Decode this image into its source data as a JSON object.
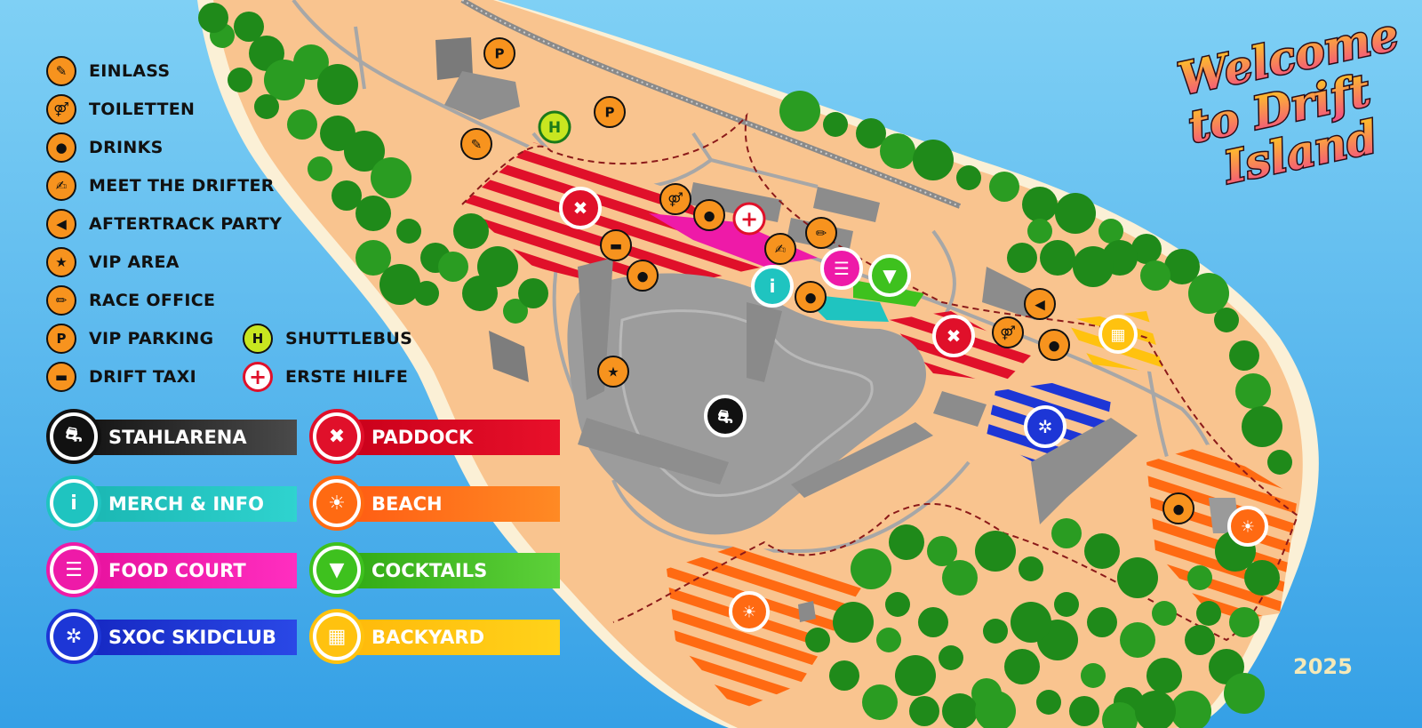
{
  "legend": {
    "items": [
      {
        "label": "EINLASS",
        "icon": "ticket-icon",
        "glyph": "✎"
      },
      {
        "label": "TOILETTEN",
        "icon": "toilets-icon",
        "glyph": "⚤"
      },
      {
        "label": "DRINKS",
        "icon": "drink-icon",
        "glyph": "●"
      },
      {
        "label": "MEET THE DRIFTER",
        "icon": "meet-drifter-icon",
        "glyph": "✍"
      },
      {
        "label": "AFTERTRACK PARTY",
        "icon": "speaker-icon",
        "glyph": "◀"
      },
      {
        "label": "VIP AREA",
        "icon": "vip-star-icon",
        "glyph": "★"
      },
      {
        "label": "RACE OFFICE",
        "icon": "pencil-icon",
        "glyph": "✏"
      },
      {
        "label": "VIP PARKING",
        "icon": "parking-icon",
        "glyph": "P"
      },
      {
        "label": "DRIFT TAXI",
        "icon": "taxi-icon",
        "glyph": "▬"
      },
      {
        "label": "SHUTTLEBUS",
        "icon": "shuttlebus-icon",
        "glyph": "H"
      },
      {
        "label": "ERSTE HILFE",
        "icon": "first-aid-icon",
        "glyph": "+"
      }
    ]
  },
  "areas": [
    {
      "label": "STAHLARENA",
      "icon": "drift-car-icon",
      "color": "#111111",
      "glyph": "⛐"
    },
    {
      "label": "PADDOCK",
      "icon": "tools-icon",
      "color": "#e0102a",
      "glyph": "✖"
    },
    {
      "label": "MERCH & INFO",
      "icon": "tshirt-icon",
      "color": "#1fc4c0",
      "glyph": "i"
    },
    {
      "label": "BEACH",
      "icon": "beach-icon",
      "color": "#ff6a12",
      "glyph": "☀"
    },
    {
      "label": "FOOD COURT",
      "icon": "burger-icon",
      "color": "#ee1aa8",
      "glyph": "☰"
    },
    {
      "label": "COCKTAILS",
      "icon": "cocktail-icon",
      "color": "#3ec11e",
      "glyph": "▼"
    },
    {
      "label": "SXOC SKIDCLUB",
      "icon": "wheel-icon",
      "color": "#1d36d6",
      "glyph": "✲"
    },
    {
      "label": "BACKYARD",
      "icon": "backyard-icon",
      "color": "#ffc20f",
      "glyph": "▦"
    }
  ],
  "title": {
    "line1": "Welcome",
    "line2": "to Drift",
    "line3": "Island"
  },
  "year": "2025",
  "colors": {
    "water": "#3ea8ea",
    "sand": "#f9c48f",
    "tree": "#1f8a1a",
    "building": "#8c8c8c",
    "marker_orange": "#f7931e"
  }
}
